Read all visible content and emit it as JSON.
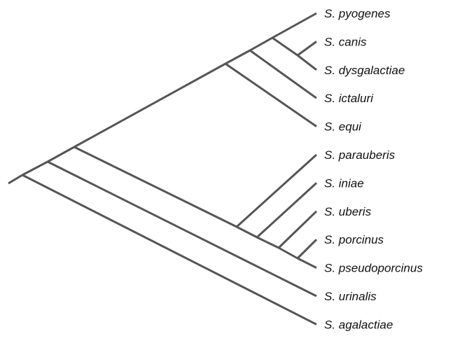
{
  "tree": {
    "taxa": [
      "S. pyogenes",
      "S. canis",
      "S. dysgalactiae",
      "S. ictaluri",
      "S. equi",
      "S. parauberis",
      "S. iniae",
      "S. uberis",
      "S. porcinus",
      "S. pseudoporcinus",
      "S. urinalis",
      "S. agalactiae"
    ],
    "newick": "(((((((S. pyogenes,(S. canis,S. dysgalactiae)),S. ictaluri),S. equi),(S. parauberis,(S. iniae,(S. uberis,(S. porcinus,S. pseudoporcinus))))),S. urinalis),S. agalactiae));",
    "style": "slanted cladogram",
    "branch_color": "#555555"
  }
}
